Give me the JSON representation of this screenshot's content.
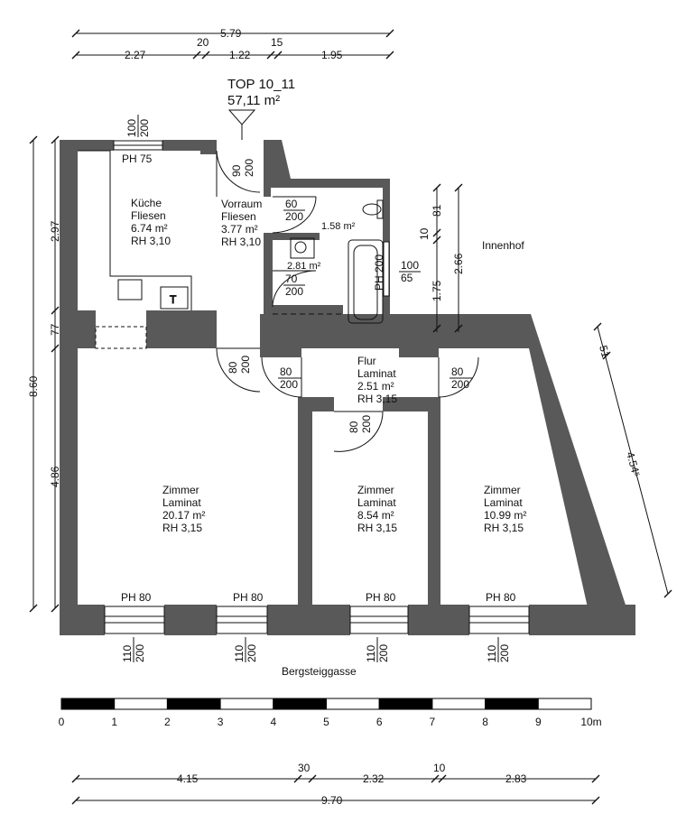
{
  "plan": {
    "unit_title": "TOP 10_11",
    "unit_area": "57,11 m²",
    "street": "Bergsteiggasse",
    "courtyard": "Innenhof"
  },
  "rooms": {
    "kueche": {
      "name": "Küche",
      "floor": "Fliesen",
      "area": "6.74 m²",
      "height": "RH 3,10"
    },
    "vorraum": {
      "name": "Vorraum",
      "floor": "Fliesen",
      "area": "3.77 m²",
      "height": "RH 3,10"
    },
    "wc": {
      "area": "1.58 m²"
    },
    "bad": {
      "area": "2.81 m²"
    },
    "flur": {
      "name": "Flur",
      "floor": "Laminat",
      "area": "2.51 m²",
      "height": "RH 3,15"
    },
    "zimmer1": {
      "name": "Zimmer",
      "floor": "Laminat",
      "area": "20.17 m²",
      "height": "RH 3,15"
    },
    "zimmer2": {
      "name": "Zimmer",
      "floor": "Laminat",
      "area": "8.54 m²",
      "height": "RH 3,15"
    },
    "zimmer3": {
      "name": "Zimmer",
      "floor": "Laminat",
      "area": "10.99 m²",
      "height": "RH 3,15"
    }
  },
  "parapets": {
    "kueche": "PH 75",
    "z1a": "PH 80",
    "z1b": "PH 80",
    "z2": "PH 80",
    "z3": "PH 80",
    "bad": "PH 200"
  },
  "openings": {
    "kueche_win": [
      "100",
      "200"
    ],
    "entry_door": [
      "90",
      "200"
    ],
    "wc_door": [
      "60",
      "200"
    ],
    "bad_door": [
      "70",
      "200"
    ],
    "bad_win": [
      "100",
      "65"
    ],
    "vorraum_flur_door": [
      "80",
      "200"
    ],
    "flur_left_door": [
      "80",
      "200"
    ],
    "flur_right_door": [
      "80",
      "200"
    ],
    "flur_bottom_door": [
      "80",
      "200"
    ],
    "win_b1": [
      "110",
      "200"
    ],
    "win_b2": [
      "110",
      "200"
    ],
    "win_b3": [
      "110",
      "200"
    ],
    "win_b4": [
      "110",
      "200"
    ]
  },
  "dimensions": {
    "top_total": "5.79",
    "top_a": "2.27",
    "top_b": "20",
    "top_c": "1.22",
    "top_d": "15",
    "top_e": "1.95",
    "left_total": "8.60",
    "left_a": "2.97",
    "left_b": "77",
    "left_c": "4.86",
    "mid_a": "81",
    "mid_b": "10",
    "mid_c": "1.75",
    "mid_d": "2.66",
    "diag_a": "51",
    "diag_b": "4.54⁵",
    "bottom_a": "4.15",
    "bottom_b": "30",
    "bottom_c": "2.32",
    "bottom_d": "10",
    "bottom_e": "2.83",
    "bottom_total": "9.70"
  },
  "scale": {
    "labels": [
      "0",
      "1",
      "2",
      "3",
      "4",
      "5",
      "6",
      "7",
      "8",
      "9",
      "10m"
    ]
  }
}
